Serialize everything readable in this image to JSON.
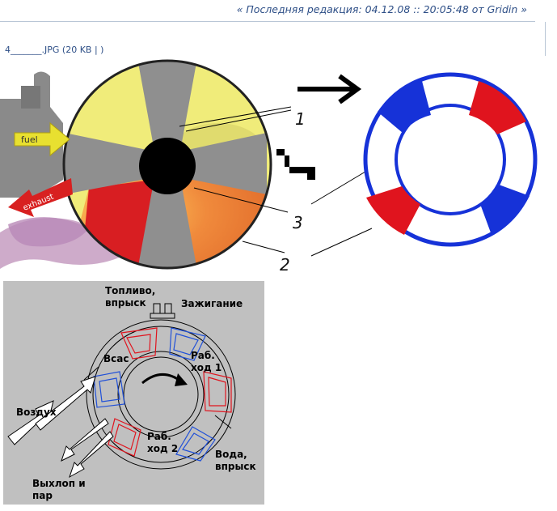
{
  "header": {
    "edit_info": "« Последняя редакция: 04.12.08 :: 20:05:48 от Gridin »"
  },
  "attachment": {
    "filename": "4_______.JPG",
    "size_info": " (20 KB | )"
  },
  "figure_top": {
    "fuel_label": "fuel",
    "exhaust_label": "exhaust",
    "callout_1": "1",
    "callout_2": "2",
    "callout_3": "3"
  },
  "figure_bottom": {
    "fuel_label_line1": "Топливо,",
    "fuel_label_line2": "впрыск",
    "ignition_label": "Зажигание",
    "intake_label": "Всас",
    "power1_line1": "Раб.",
    "power1_line2": "ход 1",
    "air_label": "Воздух",
    "power2_line1": "Раб.",
    "power2_line2": "ход 2",
    "water_line1": "Вода,",
    "water_line2": "впрыск",
    "exhaust_line1": "Выхлоп и",
    "exhaust_line2": "пар"
  },
  "colors": {
    "header_text": "#2e4f87",
    "rule": "#b9c6d6",
    "wheel_yellow": "#f0ec7a",
    "blade_gray": "#8f8f8f",
    "hot_orange": "#f08a3c",
    "ring_blue": "#1632d8",
    "ring_red": "#e0141e",
    "panel_gray": "#c0c0c0"
  }
}
